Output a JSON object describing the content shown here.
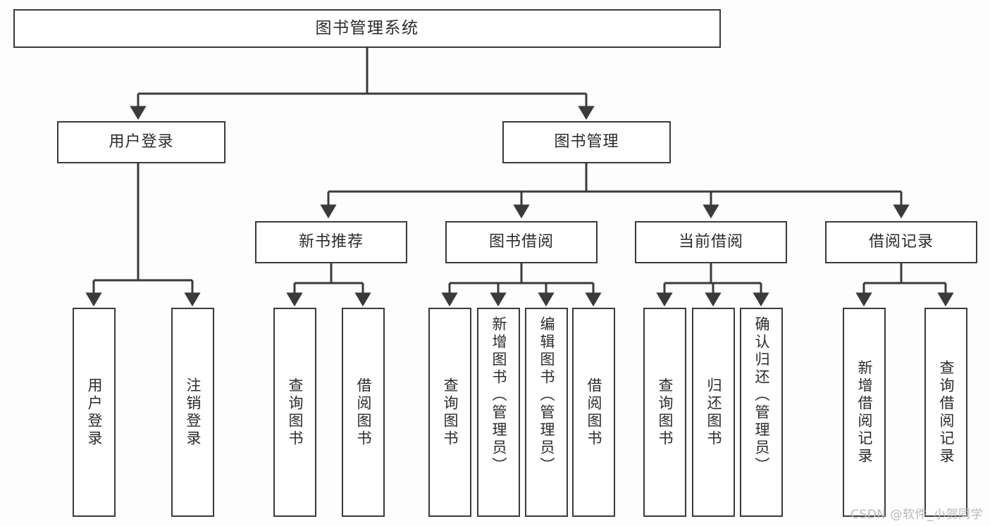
{
  "diagram": {
    "title": "图书管理系统",
    "watermark": "CSDN @软件_小贺同学",
    "stroke_color": "#3a3a3a",
    "fill_color": "#ffffff",
    "background_color": "#fdfdfd",
    "levels": {
      "root": "图书管理系统",
      "level2": [
        "用户登录",
        "图书管理"
      ],
      "level3": [
        "新书推荐",
        "图书借阅",
        "当前借阅",
        "借阅记录"
      ]
    },
    "nodes": {
      "root": "图书管理系统",
      "user_login": "用户登录",
      "book_manage": "图书管理",
      "new_book_rec": "新书推荐",
      "book_borrow": "图书借阅",
      "current_borrow": "当前借阅",
      "borrow_record": "借阅记录",
      "leaf_user_login": "用户登录",
      "leaf_logout_login": "注销登录",
      "leaf_query_book_1": "查询图书",
      "leaf_borrow_book_1": "借阅图书",
      "leaf_query_book_2": "查询图书",
      "leaf_add_book_admin": "新增图书（管理员）",
      "leaf_edit_book_admin": "编辑图书（管理员）",
      "leaf_borrow_book_2": "借阅图书",
      "leaf_query_book_3": "查询图书",
      "leaf_return_book": "归还图书",
      "leaf_confirm_return_admin": "确认归还（管理员）",
      "leaf_add_record": "新增借阅记录",
      "leaf_query_record": "查询借阅记录"
    },
    "edges": [
      {
        "from": "图书管理系统",
        "to": "用户登录"
      },
      {
        "from": "图书管理系统",
        "to": "图书管理"
      },
      {
        "from": "用户登录",
        "to": "用户登录"
      },
      {
        "from": "用户登录",
        "to": "注销登录"
      },
      {
        "from": "图书管理",
        "to": "新书推荐"
      },
      {
        "from": "图书管理",
        "to": "图书借阅"
      },
      {
        "from": "图书管理",
        "to": "当前借阅"
      },
      {
        "from": "图书管理",
        "to": "借阅记录"
      },
      {
        "from": "新书推荐",
        "to": "查询图书"
      },
      {
        "from": "新书推荐",
        "to": "借阅图书"
      },
      {
        "from": "图书借阅",
        "to": "查询图书"
      },
      {
        "from": "图书借阅",
        "to": "新增图书（管理员）"
      },
      {
        "from": "图书借阅",
        "to": "编辑图书（管理员）"
      },
      {
        "from": "图书借阅",
        "to": "借阅图书"
      },
      {
        "from": "当前借阅",
        "to": "查询图书"
      },
      {
        "from": "当前借阅",
        "to": "归还图书"
      },
      {
        "from": "当前借阅",
        "to": "确认归还（管理员）"
      },
      {
        "from": "借阅记录",
        "to": "新增借阅记录"
      },
      {
        "from": "借阅记录",
        "to": "查询借阅记录"
      }
    ]
  }
}
